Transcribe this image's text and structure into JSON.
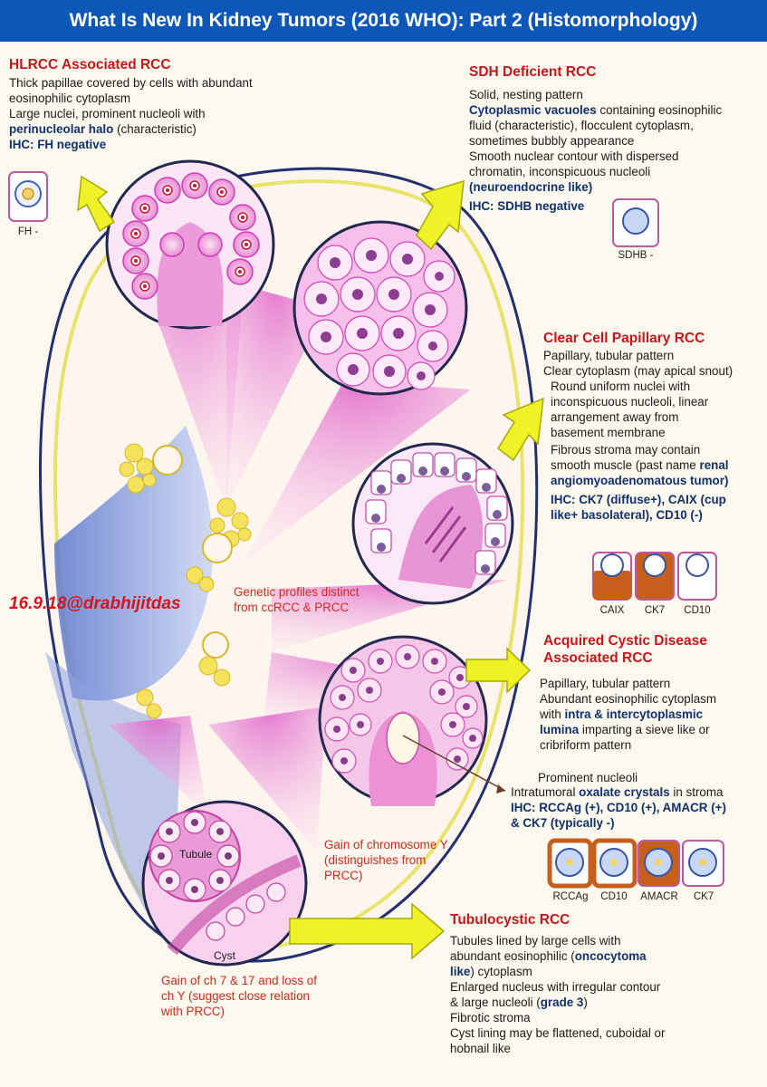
{
  "title": "What Is New In Kidney Tumors (2016 WHO): Part 2 (Histomorphology)",
  "watermark": "16.9.18@drabhijitdas",
  "hlrcc": {
    "heading": "HLRCC Associated RCC",
    "line1": "Thick papillae covered by cells with abundant",
    "line2": "eosinophilic cytoplasm",
    "line3": "Large nuclei, prominent nucleoli with",
    "line4a": "perinucleolar halo",
    "line4b": " (characteristic)",
    "ihc": "IHC: FH negative",
    "stain": "FH -"
  },
  "sdh": {
    "heading": "SDH Deficient RCC",
    "line1": "Solid, nesting pattern",
    "line2a": "Cytoplasmic vacuoles",
    "line2b": " containing eosinophilic",
    "line3": "fluid (characteristic), flocculent cytoplasm,",
    "line4": "sometimes bubbly appearance",
    "line5": "Smooth nuclear contour with dispersed",
    "line6": "chromatin, inconspicuous nucleoli",
    "line7": "(neuroendocrine like)",
    "ihc": "IHC: SDHB negative",
    "stain": "SDHB -"
  },
  "ccp": {
    "heading": "Clear Cell Papillary RCC",
    "line1": "Papillary, tubular pattern",
    "line2": "Clear cytoplasm (may apical snout)",
    "line3": "Round uniform nuclei with",
    "line4": "inconspicuous nucleoli, linear",
    "line5": "arrangement away from",
    "line6": "basement membrane",
    "line7": "Fibrous stroma may contain",
    "line8a": "smooth muscle (past name ",
    "line8b": "renal",
    "line9": "angiomyoadenomatous tumor)",
    "ihc1": "IHC: CK7 (diffuse+), CAIX (cup",
    "ihc2": "like+ basolateral), CD10 (-)",
    "stains": [
      "CAIX",
      "CK7",
      "CD10"
    ]
  },
  "genetic": {
    "line1": "Genetic profiles distinct",
    "line2": "from ccRCC & PRCC"
  },
  "acd": {
    "heading1": "Acquired Cystic Disease",
    "heading2": "Associated RCC",
    "line1": "Papillary, tubular pattern",
    "line2": "Abundant eosinophilic cytoplasm",
    "line3a": "with ",
    "line3b": "intra & intercytoplasmic",
    "line4a": "lumina",
    "line4b": " imparting a sieve like or",
    "line5": "cribriform pattern",
    "line6": "Prominent nucleoli",
    "line7a": "Intratumoral ",
    "line7b": "oxalate crystals",
    "line7c": " in stroma",
    "ihc1": "IHC: RCCAg (+), CD10 (+), AMACR (+)",
    "ihc2": "& CK7 (typically -)",
    "stains": [
      "RCCAg",
      "CD10",
      "AMACR",
      "CK7"
    ]
  },
  "chromo": {
    "line1": "Gain of chromosome Y",
    "line2": "(distinguishes from",
    "line3": "PRCC)"
  },
  "tubulo": {
    "heading": "Tubulocystic RCC",
    "line1": "Tubules lined by large cells with",
    "line2a": "abundant eosinophilic (",
    "line2b": "oncocytoma",
    "line3a": "like",
    "line3b": ") cytoplasm",
    "line4": "Enlarged nucleus with irregular contour",
    "line5a": "& large nucleoli (",
    "line5b": "grade 3",
    "line5c": ")",
    "line6": "Fibrotic stroma",
    "line7": "Cyst lining may be flattened, cuboidal or",
    "line8": "hobnail like"
  },
  "tubulo_labels": {
    "tubule": "Tubule",
    "cyst": "Cyst"
  },
  "gain": {
    "line1": "Gain of ch 7 & 17 and loss of",
    "line2": "ch Y (suggest close relation",
    "line3": "with PRCC)"
  }
}
